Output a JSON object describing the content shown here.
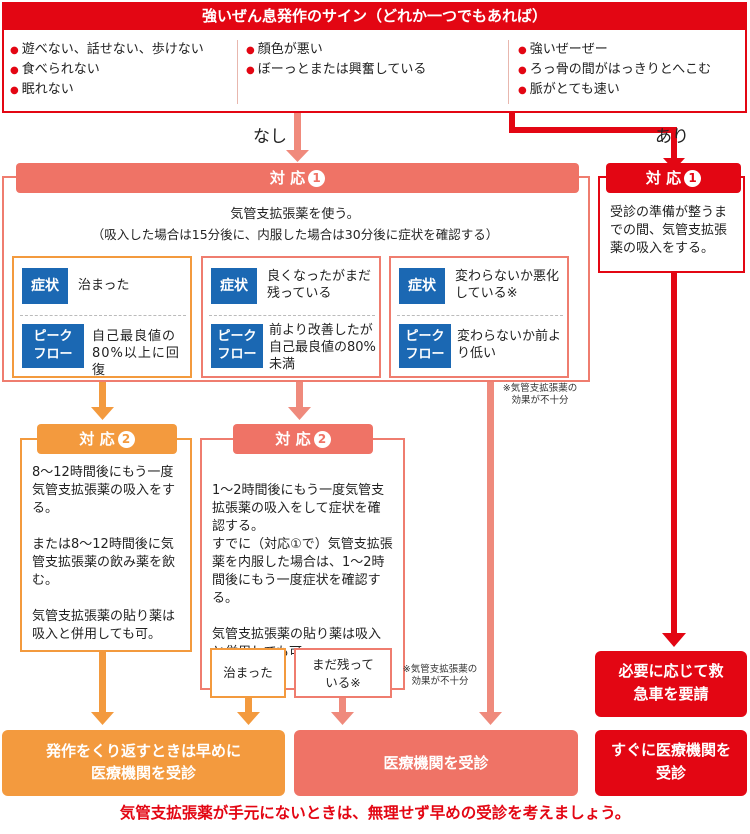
{
  "top": {
    "title": "強いぜん息発作のサイン（どれか一つでもあれば）",
    "col1": [
      "遊べない、話せない、歩けない",
      "食べられない",
      "眠れない"
    ],
    "col2": [
      "顔色が悪い",
      "ぼーっとまたは興奮している"
    ],
    "col3": [
      "強いぜーぜー",
      "ろっ骨の間がはっきりとへこむ",
      "脈がとても速い"
    ]
  },
  "branch": {
    "no": "なし",
    "yes": "あり"
  },
  "response1": {
    "head": "対 応",
    "num": "1",
    "line1": "気管支拡張薬を使う。",
    "line2": "（吸入した場合は15分後に、内服した場合は30分後に症状を確認する）"
  },
  "tags": {
    "symptom": "症状",
    "peak_line1": "ピーク",
    "peak_line2": "フロー"
  },
  "cases": [
    {
      "symptom": "治まった",
      "peak": "自己最良値の80%以上に回復"
    },
    {
      "symptom": "良くなったがまだ残っている",
      "peak": "前より改善したが自己最良値の80%未満"
    },
    {
      "symptom": "変わらないか悪化している※",
      "peak": "変わらないか前より低い"
    }
  ],
  "note_bronch": "※気管支拡張薬の効果が不十分",
  "response2": {
    "head": "対 応",
    "num": "2",
    "left_text": "8～12時間後にもう一度気管支拡張薬の吸入をする。\n\nまたは8～12時間後に気管支拡張薬の飲み薬を飲む。\n\n気管支拡張薬の貼り薬は吸入と併用しても可。",
    "mid_text": "1～2時間後にもう一度気管支拡張薬の吸入をして症状を確認する。\nすでに（対応①で）気管支拡張薬を内服した場合は、1～2時間後にもう一度症状を確認する。\n\n気管支拡張薬の貼り薬は吸入と併用しても可。",
    "btn_settled": "治まった",
    "btn_remaining": "まだ残っている※"
  },
  "right_response": {
    "head": "対 応",
    "num": "1",
    "text": "受診の準備が整うまでの間、気管支拡張薬の吸入をする。"
  },
  "outcomes": {
    "repeat": "発作をくり返すときは早めに医療機関を受診",
    "visit": "医療機関を受診",
    "ambulance": "必要に応じて救急車を要請",
    "immediate": "すぐに医療機関を受診"
  },
  "footer": "気管支拡張薬が手元にないときは、無理せず早めの受診を考えましょう。",
  "colors": {
    "red": "#e30613",
    "salmon": "#ef7366",
    "orange": "#f39a3e",
    "blue": "#1b68b3"
  }
}
